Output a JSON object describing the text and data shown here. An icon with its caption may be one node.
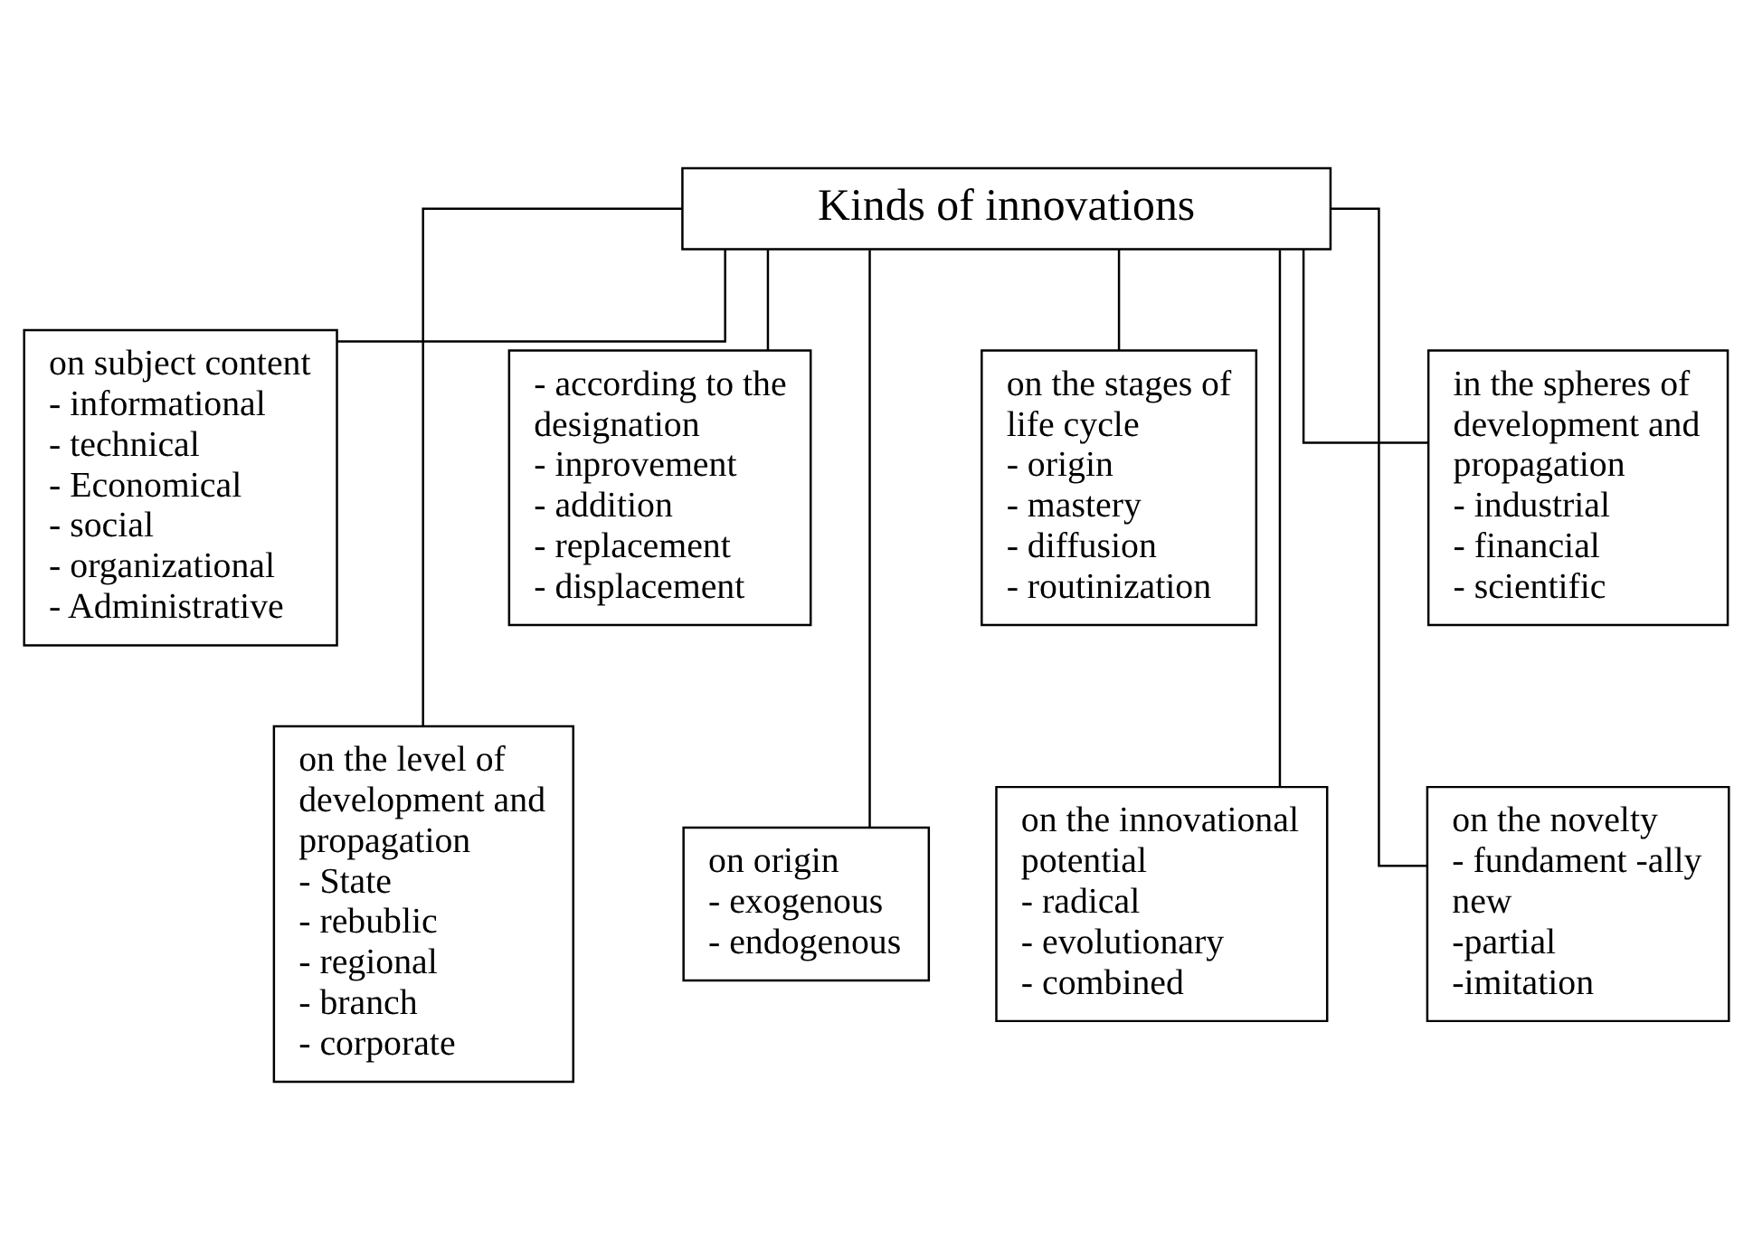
{
  "diagram": {
    "nodes": [
      {
        "text": [
          "Kinds of innovations"
        ]
      },
      {
        "text": [
          "on subject content",
          "- informational",
          "- technical",
          "- Economical",
          "- social",
          "- organizational",
          "- Administrative"
        ]
      },
      {
        "text": [
          "- according to the designation",
          "- inprovement",
          "- addition",
          "- replacement",
          "- displacement"
        ]
      },
      {
        "text": [
          "on the stages of life cycle",
          "- origin",
          "- mastery",
          "- diffusion",
          "- routinization"
        ]
      },
      {
        "text": [
          "in the spheres of development and propagation",
          "- industrial",
          "- financial",
          "- scientific"
        ]
      },
      {
        "text": [
          "on the level of development and propagation",
          "- State",
          "- rebublic",
          "- regional",
          "- branch",
          "- corporate"
        ]
      },
      {
        "text": [
          "on origin",
          "- exogenous",
          "- endogenous"
        ]
      },
      {
        "text": [
          "on the innovational potential",
          "- radical",
          "- evolutionary",
          "- combined"
        ]
      },
      {
        "text": [
          "on the novelty",
          "- fundament -ally new",
          "-partial",
          "-imitation"
        ]
      }
    ],
    "edges": [
      {
        "from": 0,
        "to": 1,
        "arrow": "none"
      },
      {
        "from": 0,
        "to": 2,
        "arrow": "none"
      },
      {
        "from": 0,
        "to": 3,
        "arrow": "none"
      },
      {
        "from": 0,
        "to": 4,
        "arrow": "none"
      },
      {
        "from": 0,
        "to": 5,
        "arrow": "none"
      },
      {
        "from": 0,
        "to": 6,
        "arrow": "none"
      },
      {
        "from": 0,
        "to": 7,
        "arrow": "none"
      },
      {
        "from": 0,
        "to": 8,
        "arrow": "none"
      }
    ]
  }
}
